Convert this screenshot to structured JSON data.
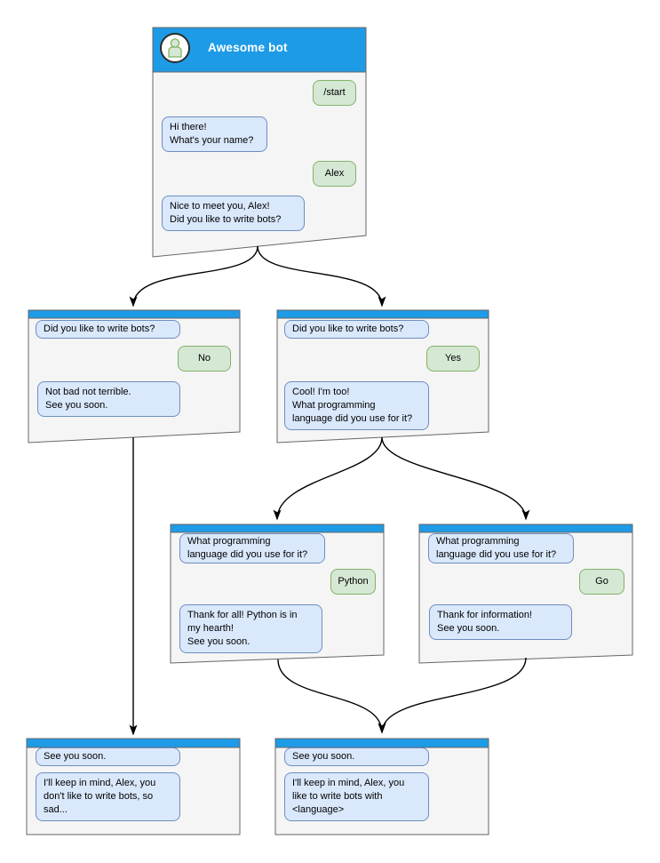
{
  "colors": {
    "titlebar_blue": "#1E9BE6",
    "window_fill": "#F5F5F5",
    "window_border": "#666666",
    "bot_bubble_fill": "#DAE8FC",
    "bot_bubble_border": "#6C8EBF",
    "user_bubble_fill": "#D5E8D4",
    "user_bubble_border": "#82B366",
    "arrow_color": "#000000"
  },
  "icons": {
    "avatar": "person-icon"
  },
  "windows": {
    "main": {
      "title": "Awesome bot",
      "messages": {
        "start": "/start",
        "greeting": "Hi there!\nWhat's your name?",
        "name": "Alex",
        "nice": "Nice to meet you, Alex!\nDid you like to write bots?"
      }
    },
    "no_branch": {
      "question": "Did you like to write bots?",
      "answer": "No",
      "reply": "Not bad not terrible.\nSee you soon."
    },
    "yes_branch": {
      "question": "Did you like to write bots?",
      "answer": "Yes",
      "reply": "Cool! I'm too!\nWhat programming\nlanguage did you use for it?"
    },
    "python_branch": {
      "question": "What programming\nlanguage did you use for it?",
      "answer": "Python",
      "reply": "Thank for all! Python is in\nmy hearth!\nSee you soon."
    },
    "go_branch": {
      "question": "What programming\nlanguage did you use for it?",
      "answer": "Go",
      "reply": "Thank for information!\nSee you soon."
    },
    "end_no": {
      "question": "See you soon.",
      "reply": "I'll keep in mind, Alex, you\ndon't like to write bots, so\nsad..."
    },
    "end_yes": {
      "question": "See you soon.",
      "reply": "I'll keep in mind, Alex, you\nlike to write bots with\n<language>"
    }
  }
}
